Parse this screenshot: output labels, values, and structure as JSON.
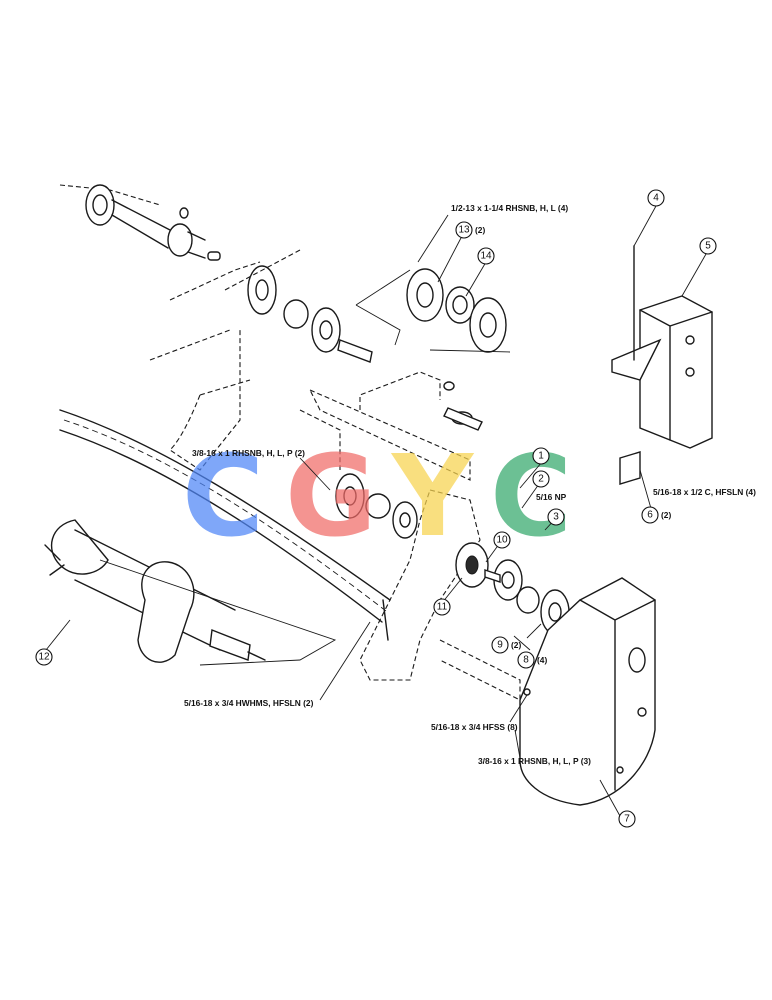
{
  "diagram": {
    "callouts": [
      "1",
      "2",
      "3",
      "4",
      "5",
      "6",
      "7",
      "8",
      "9",
      "10",
      "11",
      "12",
      "13",
      "14"
    ],
    "callout_suffixes": {
      "13": "(2)",
      "6": "(2)",
      "9": "(2)",
      "8": "(4)"
    },
    "hardware_labels": {
      "bolt_top": "1/2-13 x 1-1/4 RHSNB, H, L (4)",
      "bolt_left": "3/8-16 x 1 RHSNB, H, L, P (2)",
      "nut_5_16": "5/16 NP",
      "shield_bolt": "5/16-18 x 1/2 C, HFSLN (4)",
      "bottom_bolt": "5/16-18 x 3/4 HWHMS, HFSLN (2)",
      "hfss": "5/16-18 x 3/4 HFSS (8)",
      "bottom_right_bolt": "3/8-16 x 1 RHSNB, H, L, P (3)"
    }
  },
  "watermark": {
    "letters": [
      "C",
      "G",
      "Y",
      "C"
    ],
    "colors": [
      "#4f86f7",
      "#f06b68",
      "#f7d34f",
      "#34a86b"
    ]
  }
}
